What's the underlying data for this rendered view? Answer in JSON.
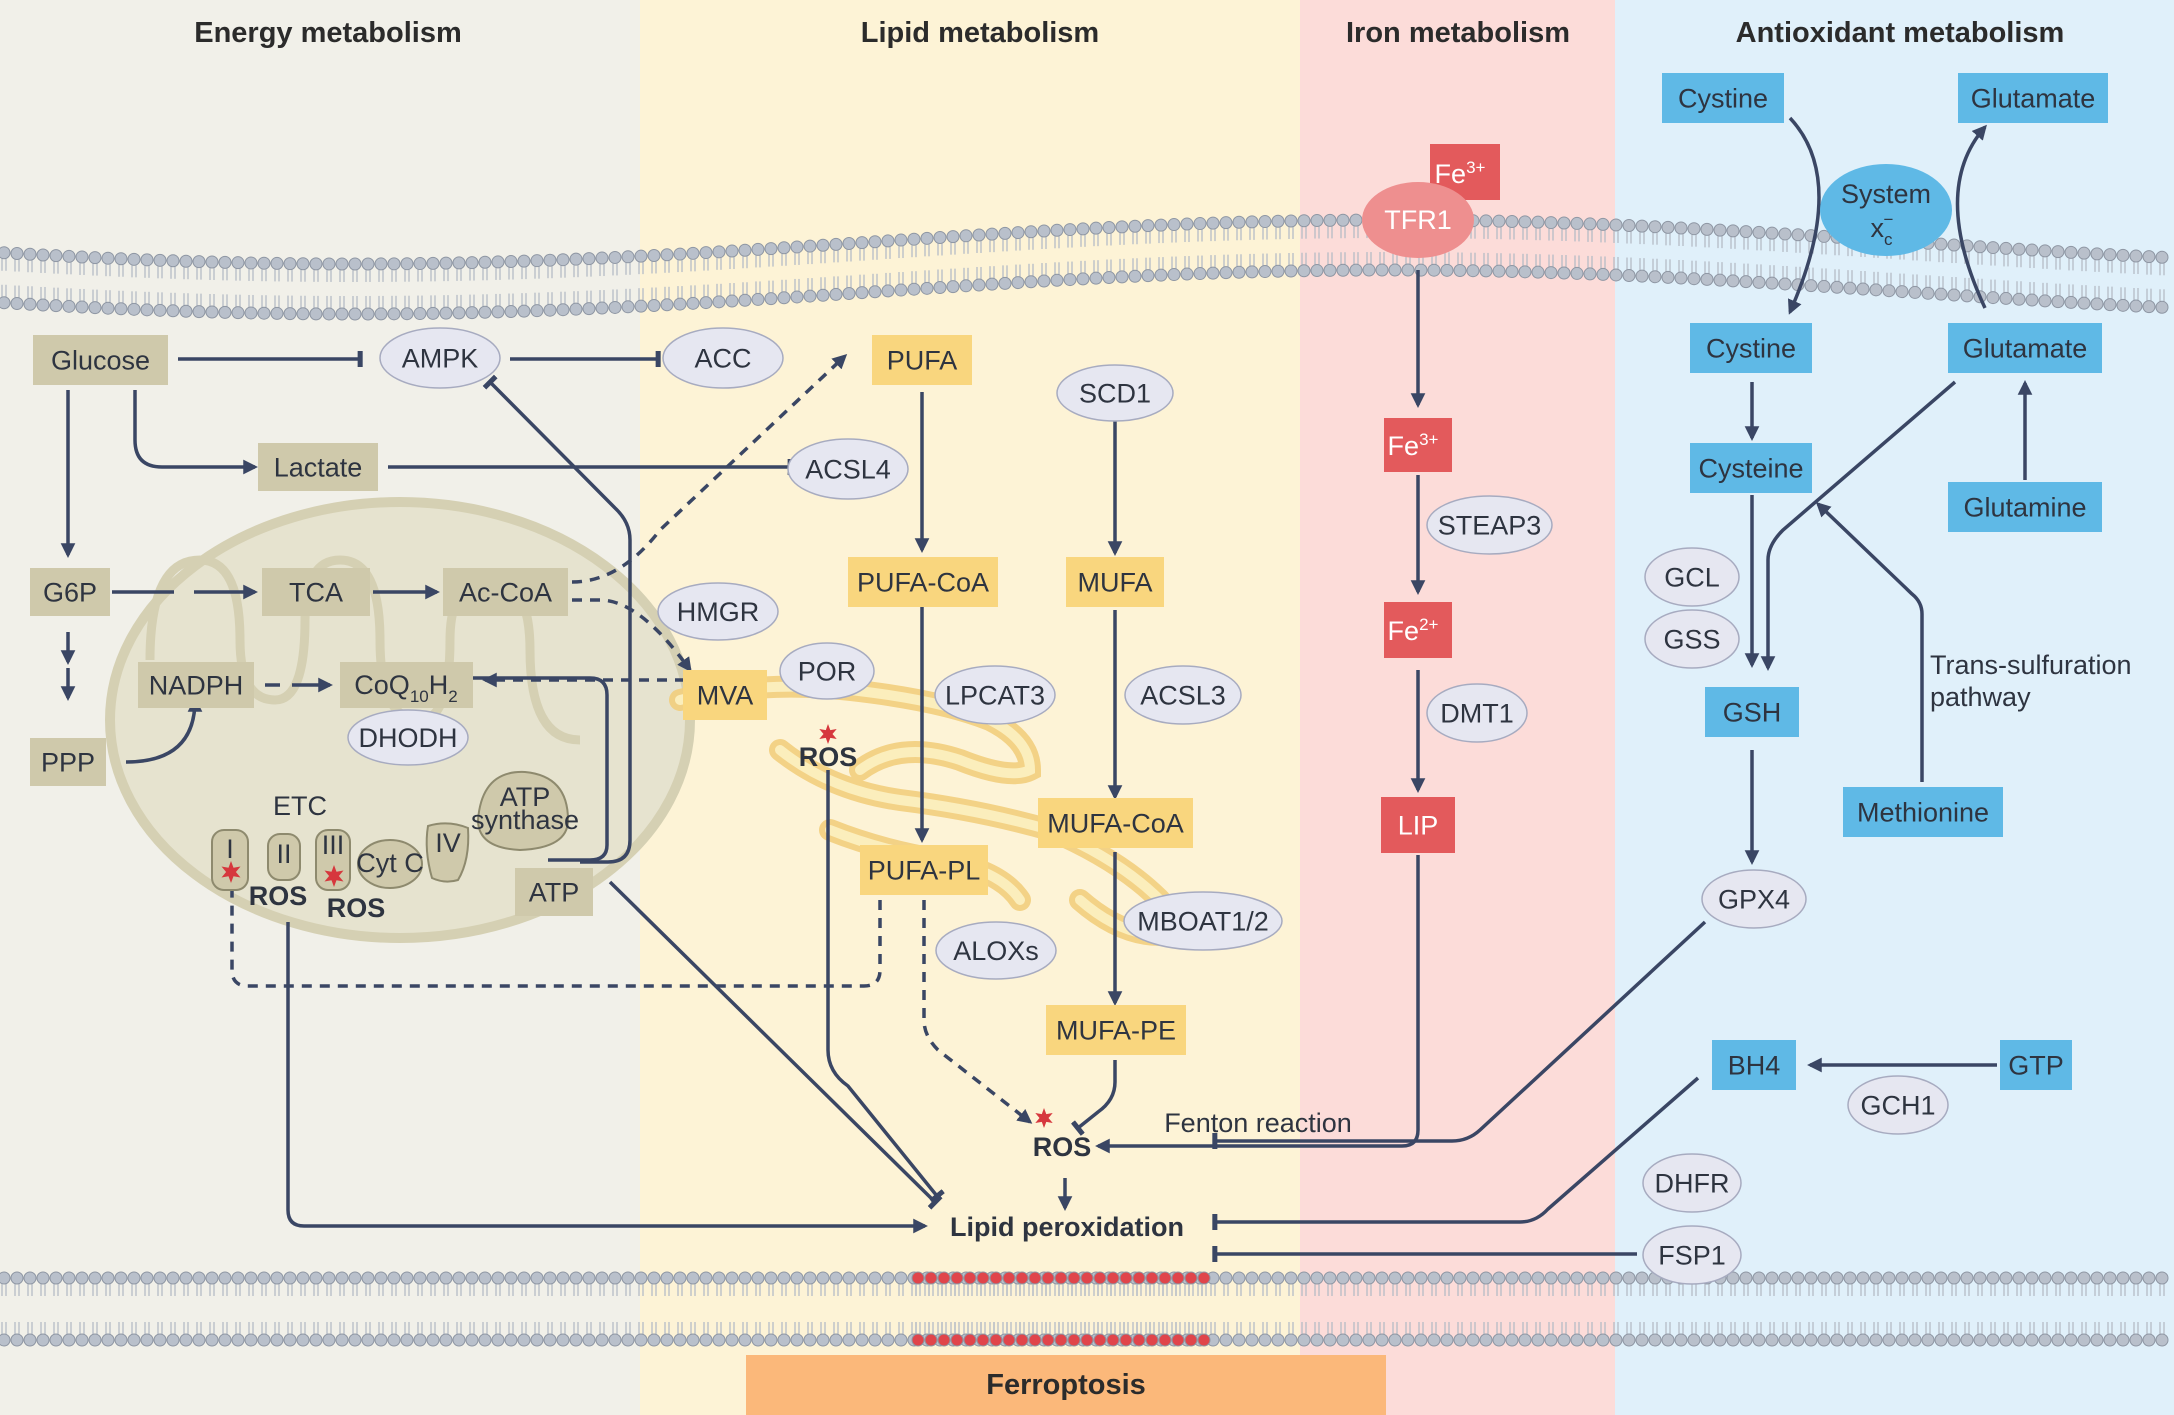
{
  "headers": {
    "energy": "Energy metabolism",
    "lipid": "Lipid metabolism",
    "iron": "Iron metabolism",
    "antioxidant": "Antioxidant metabolism"
  },
  "energy": {
    "glucose": "Glucose",
    "lactate": "Lactate",
    "g6p": "G6P",
    "ppp": "PPP",
    "tca": "TCA",
    "accoa": "Ac-CoA",
    "nadph": "NADPH",
    "coq_main": "CoQ",
    "coq_sub1": "10",
    "coq_h": "H",
    "coq_sub2": "2",
    "atp": "ATP",
    "ampk": "AMPK",
    "acc": "ACC",
    "dhodh": "DHODH",
    "etc": "ETC",
    "complex_1": "I",
    "complex_2": "II",
    "complex_3": "III",
    "cytc": "Cyt C",
    "complex_4": "IV",
    "atp_synthase_1": "ATP",
    "atp_synthase_2": "synthase",
    "ros": "ROS"
  },
  "lipid": {
    "pufa": "PUFA",
    "pufa_coa": "PUFA-CoA",
    "pufa_pl": "PUFA-PL",
    "mva": "MVA",
    "scd1": "SCD1",
    "mufa": "MUFA",
    "mufa_coa": "MUFA-CoA",
    "mufa_pe": "MUFA-PE",
    "acsl4": "ACSL4",
    "acsl3": "ACSL3",
    "hmgr": "HMGR",
    "por": "POR",
    "lpcat3": "LPCAT3",
    "aloxs": "ALOXs",
    "mboat": "MBOAT1/2",
    "ros": "ROS",
    "lipid_peroxidation": "Lipid peroxidation"
  },
  "iron": {
    "fe": "Fe",
    "fe3": "3+",
    "fe2": "2+",
    "tfr1": "TFR1",
    "steap3": "STEAP3",
    "dmt1": "DMT1",
    "lip": "LIP",
    "fenton": "Fenton reaction"
  },
  "antioxidant": {
    "cystine": "Cystine",
    "glutamate": "Glutamate",
    "system": "System",
    "xc_x": "x",
    "xc_sub": "c",
    "xc_sup": "−",
    "cysteine": "Cysteine",
    "glutamine": "Glutamine",
    "gcl": "GCL",
    "gss": "GSS",
    "gsh": "GSH",
    "gpx4": "GPX4",
    "methionine": "Methionine",
    "trans_1": "Trans-sulfuration",
    "trans_2": "pathway",
    "bh4": "BH4",
    "gtp": "GTP",
    "gch1": "GCH1",
    "dhfr": "DHFR",
    "fsp1": "FSP1"
  },
  "ferroptosis": "Ferroptosis",
  "colors": {
    "energy_bg": "#f1f0e9",
    "lipid_bg": "#fdf3d6",
    "iron_bg": "#fcdcd9",
    "antiox_bg": "#e0f0fa",
    "energy_box": "#cfc9ab",
    "lipid_box": "#f9d67e",
    "iron_box": "#e35a5c",
    "antiox_box": "#5fb9e6",
    "enzyme": "#e6e7f1",
    "arrow": "#3a4664",
    "ros_star": "#d6373d",
    "ferroptosis": "#fbb87a",
    "membrane_head": "#b9c0cb"
  }
}
